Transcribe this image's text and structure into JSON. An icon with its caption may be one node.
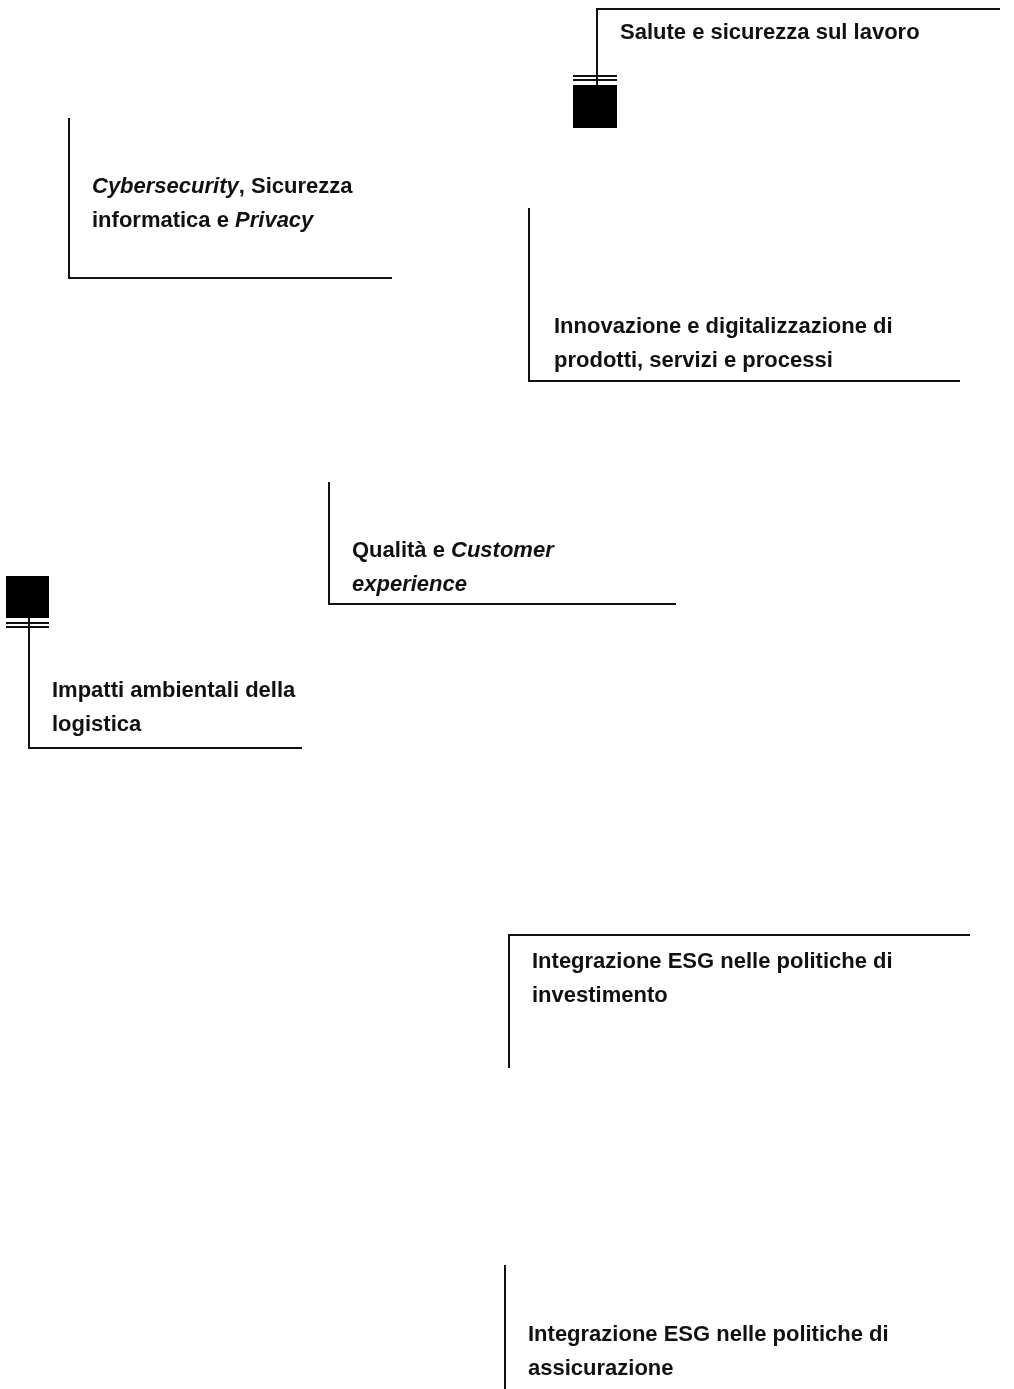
{
  "diagram": {
    "nodes": [
      {
        "text": [
          "Salute e sicurezza sul lavoro"
        ]
      },
      {
        "text": [
          "*Cybersecurity*, Sicurezza informatica e *Privacy*"
        ]
      },
      {
        "text": [
          "Innovazione e digitalizzazione di prodotti, servizi e processi"
        ]
      },
      {
        "text": [
          "Qualità e *Customer experience*"
        ]
      },
      {
        "text": [
          "Impatti ambientali della logistica"
        ]
      },
      {
        "text": [
          "Integrazione ESG nelle politiche di investimento"
        ]
      },
      {
        "text": [
          "Integrazione ESG nelle politiche di assicurazione"
        ]
      },
      {
        "text": [],
        "shape": "box"
      },
      {
        "text": [],
        "shape": "box"
      }
    ],
    "edges": [
      {
        "from": 0,
        "to": 7,
        "arrow": "none"
      },
      {
        "from": 4,
        "to": 8,
        "arrow": "none"
      }
    ]
  }
}
